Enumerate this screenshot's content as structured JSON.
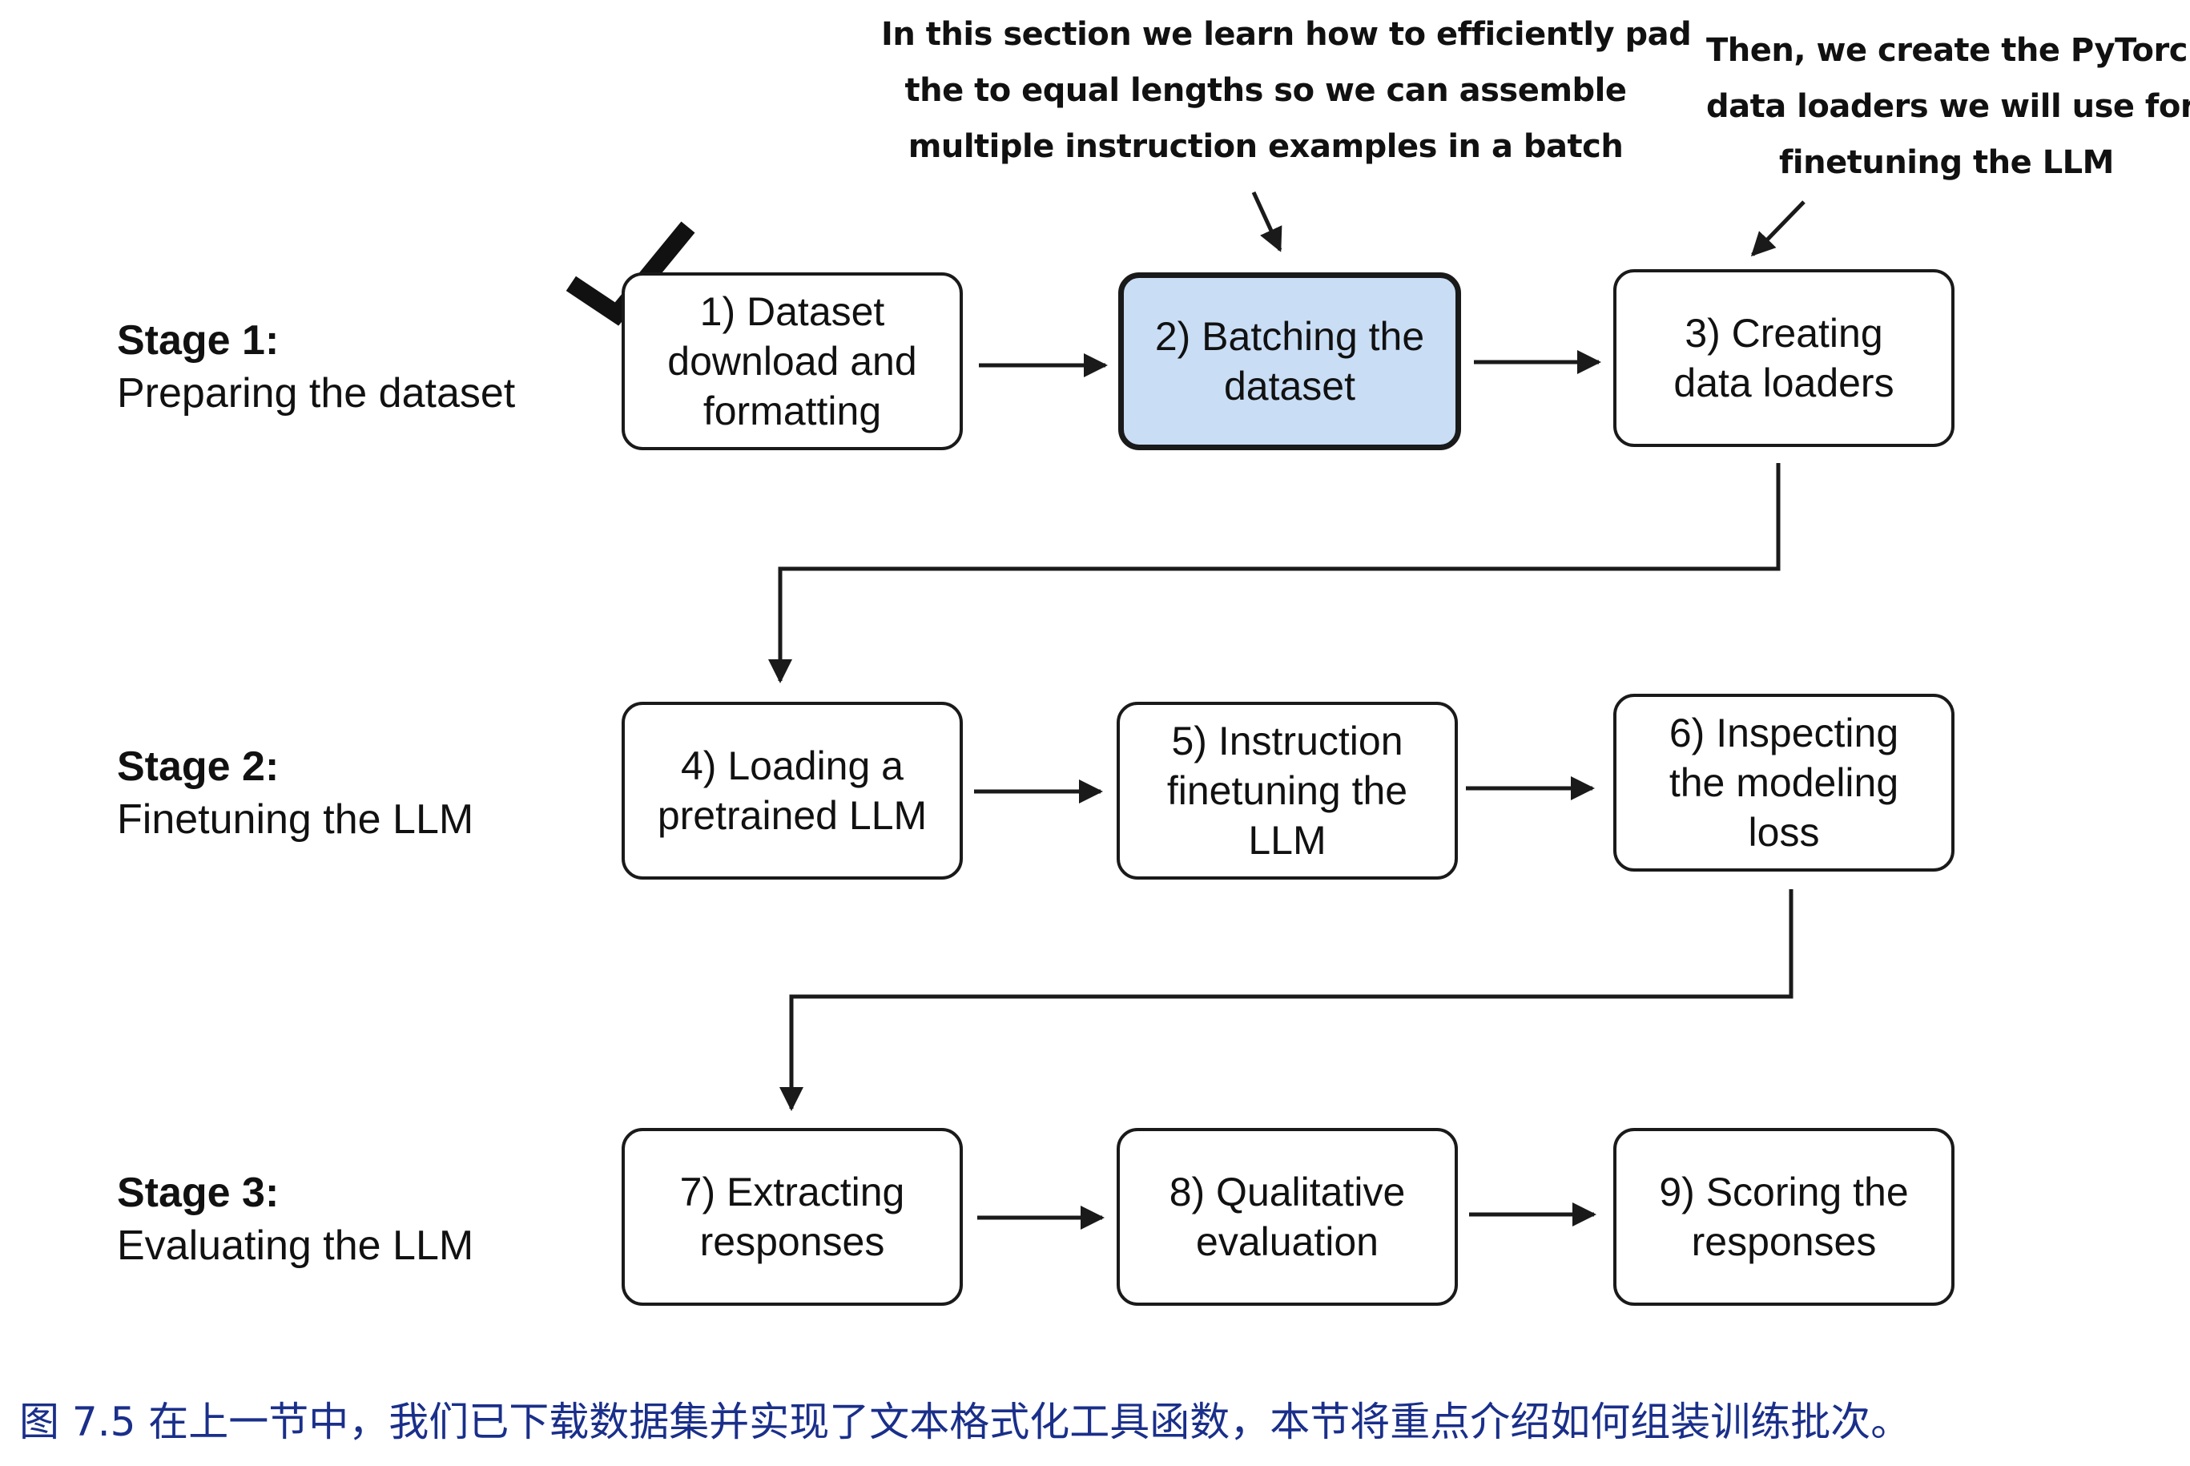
{
  "annotations": {
    "batching": [
      "In this section we learn how to efficiently pad",
      "the to equal lengths so we can assemble",
      "multiple instruction examples in a batch"
    ],
    "loaders": [
      "Then, we create the PyTorch",
      "data loaders we will use for",
      "finetuning the LLM"
    ]
  },
  "stages": [
    {
      "name": "Stage 1:",
      "description": "Preparing the dataset"
    },
    {
      "name": "Stage 2:",
      "description": "Finetuning the LLM"
    },
    {
      "name": "Stage 3:",
      "description": "Evaluating the LLM"
    }
  ],
  "steps": [
    {
      "label": [
        "1) Dataset",
        "download and",
        "formatting"
      ],
      "completed": true
    },
    {
      "label": [
        "2) Batching the",
        "dataset"
      ],
      "highlighted": true
    },
    {
      "label": [
        "3) Creating",
        "data loaders"
      ]
    },
    {
      "label": [
        "4) Loading a",
        "pretrained LLM"
      ]
    },
    {
      "label": [
        "5) Instruction",
        "finetuning the",
        "LLM"
      ]
    },
    {
      "label": [
        "6) Inspecting",
        "the modeling",
        "loss"
      ]
    },
    {
      "label": [
        "7) Extracting",
        "responses"
      ]
    },
    {
      "label": [
        "8) Qualitative",
        "evaluation"
      ]
    },
    {
      "label": [
        "9) Scoring the",
        "responses"
      ]
    }
  ],
  "icons": {
    "completed": "checkmark-icon"
  },
  "colors": {
    "highlight_fill": "#c9ddf5",
    "caption_text": "#1a2f8a",
    "stroke": "#1a1a1a"
  },
  "caption": "图 7.5 在上一节中，我们已下载数据集并实现了文本格式化工具函数，本节将重点介绍如何组装训练批次。"
}
